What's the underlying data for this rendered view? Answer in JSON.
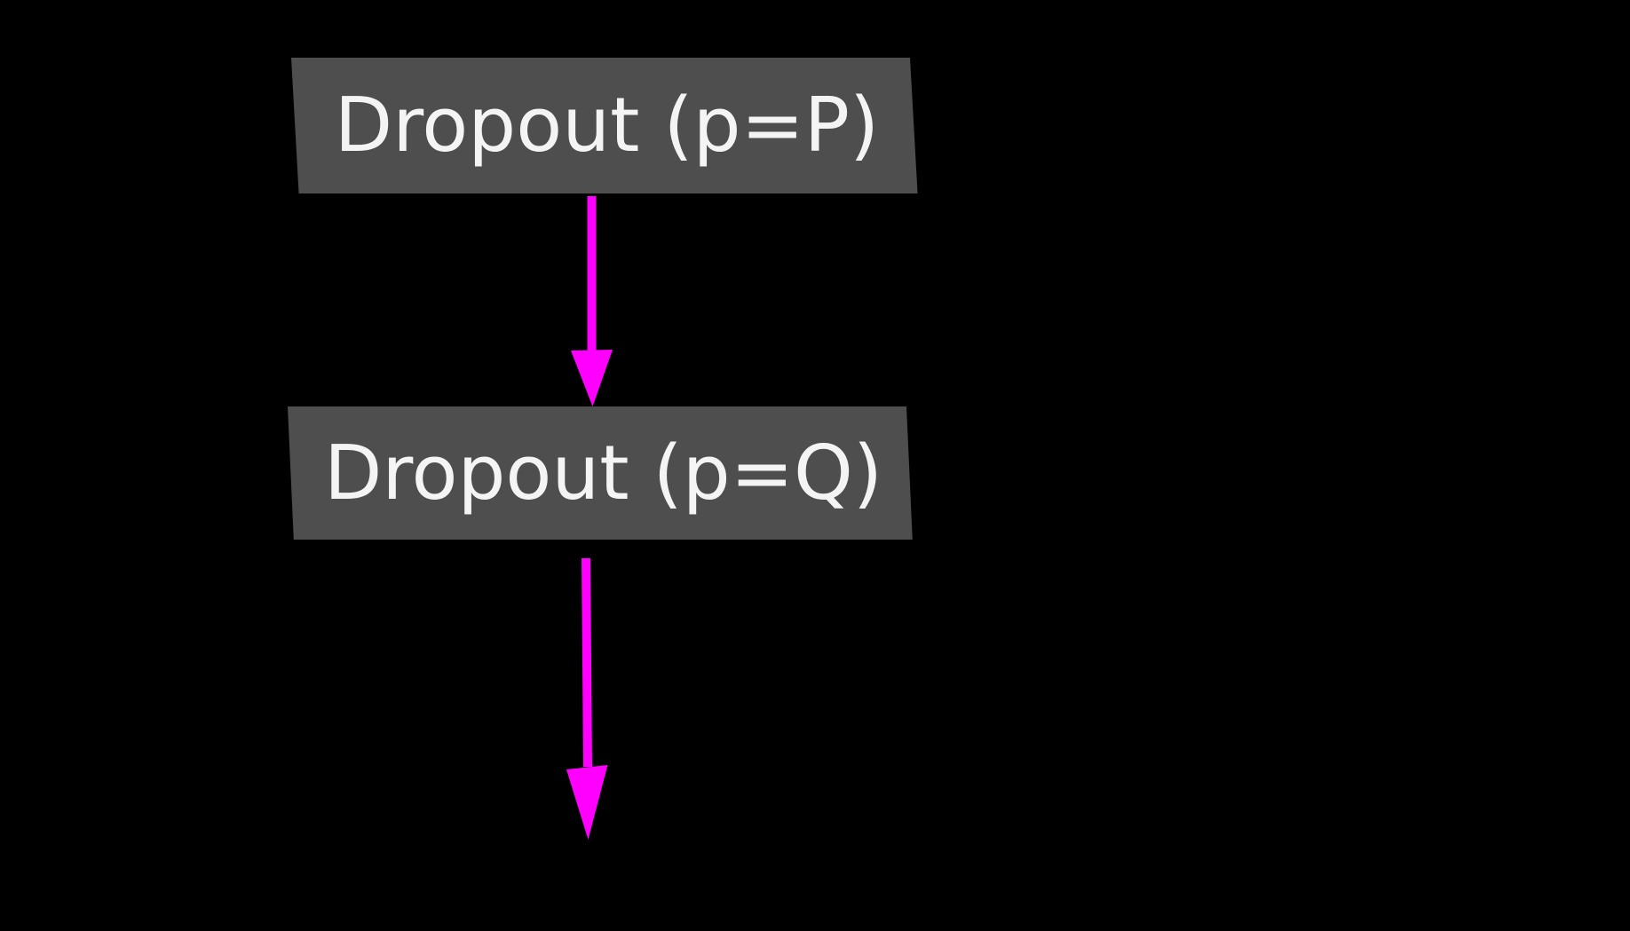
{
  "diagram": {
    "type": "flowchart",
    "direction": "top-down",
    "nodes": [
      {
        "id": "dropout_p",
        "label": "Dropout (p=P)"
      },
      {
        "id": "dropout_q",
        "label": "Dropout (p=Q)"
      }
    ],
    "edges": [
      {
        "from": "dropout_p",
        "to": "dropout_q"
      },
      {
        "from": "dropout_q",
        "to": null
      }
    ],
    "colors": {
      "background": "#000000",
      "node_fill": "#4e4e4e",
      "node_text": "#f4f4f4",
      "arrow": "#ff00ff"
    }
  }
}
